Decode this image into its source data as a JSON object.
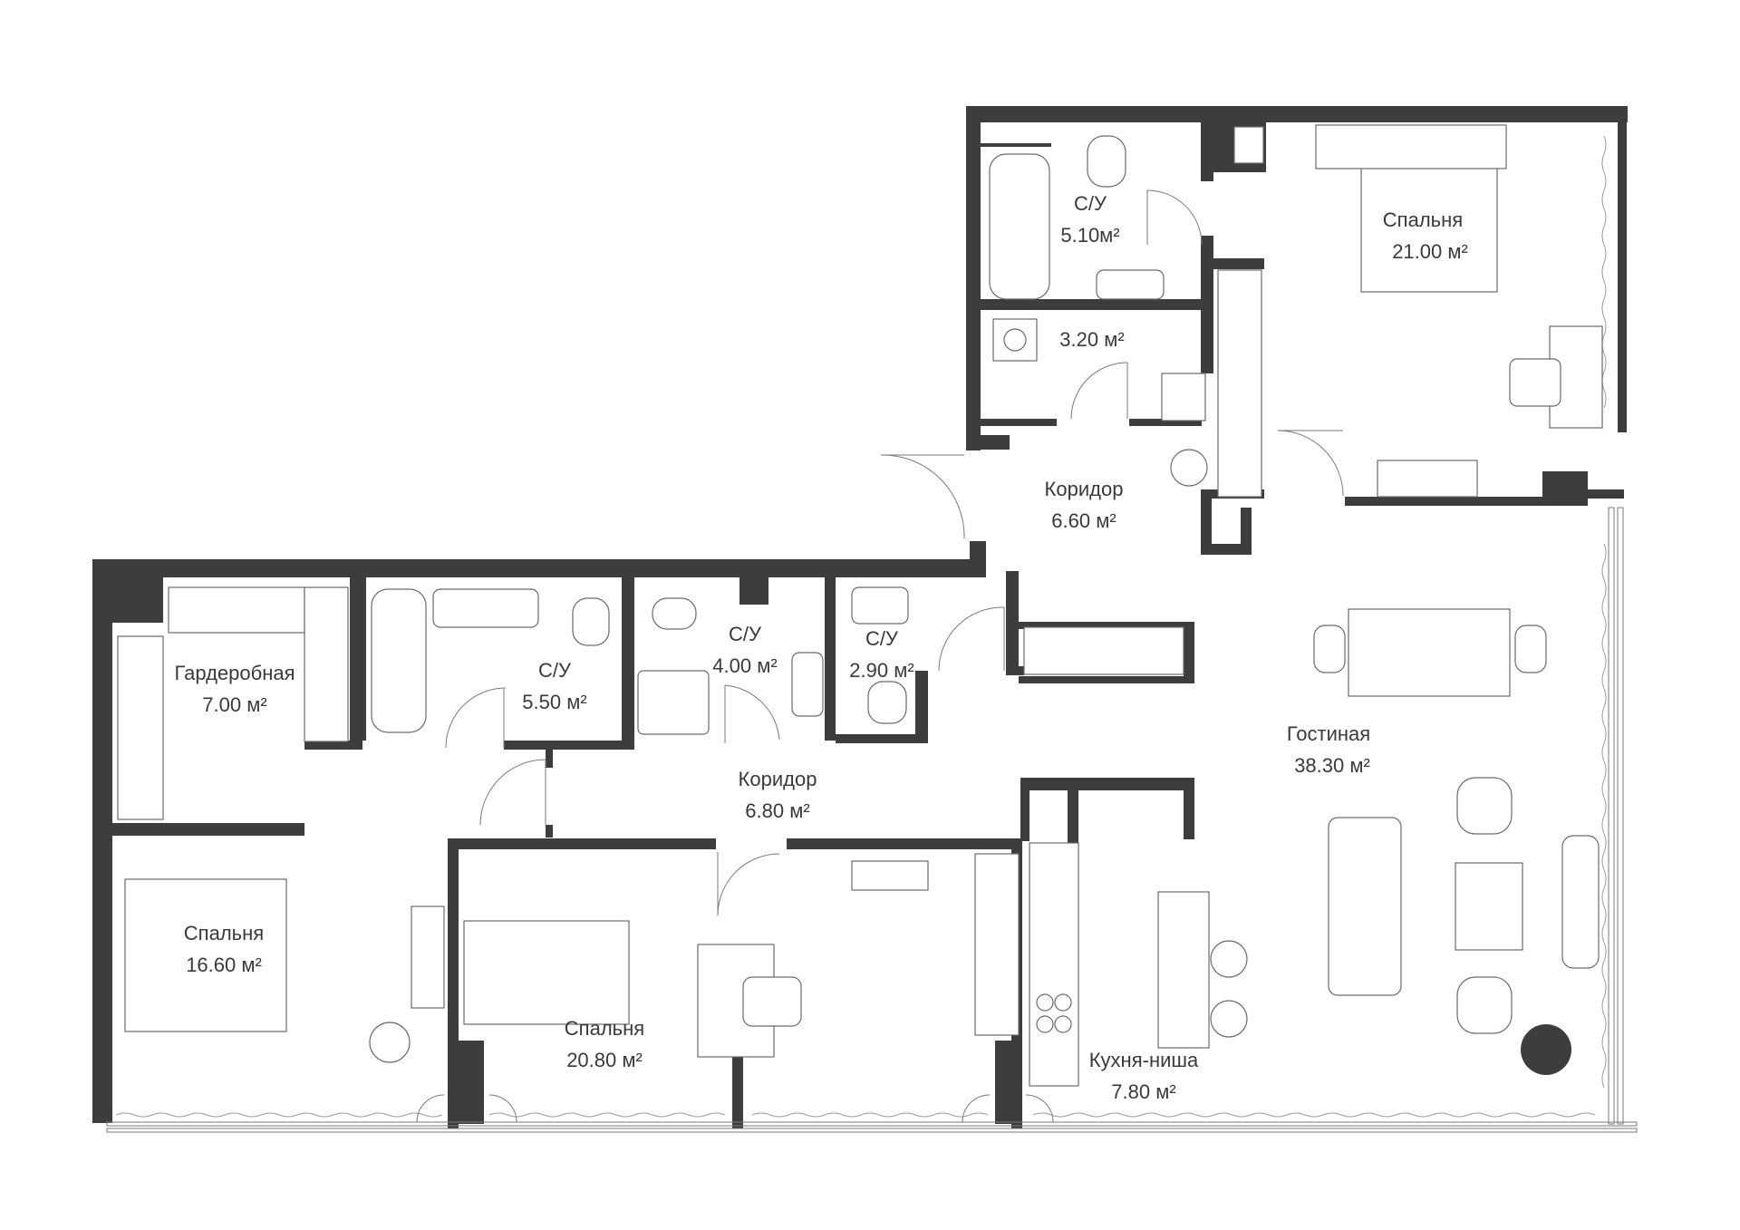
{
  "colors": {
    "wall": "#3d3d3f",
    "line": "#5a5a5c",
    "background": "#ffffff"
  },
  "icons": [
    "hanger-icon",
    "bathtub-icon",
    "toilet-icon",
    "sink-icon",
    "bed-icon",
    "desk-icon",
    "chair-icon",
    "sofa-icon",
    "washing-machine-icon",
    "stove-icon",
    "dining-table-icon",
    "plant-icon"
  ],
  "rooms": {
    "bath_top": {
      "name": "С/У",
      "area": "5.10м²"
    },
    "laundry": {
      "area": "3.20 м²"
    },
    "bed_top": {
      "name": "Спальня",
      "area": "21.00 м²"
    },
    "corr_top": {
      "name": "Коридор",
      "area": "6.60 м²"
    },
    "wardrobe": {
      "name": "Гардеробная",
      "area": "7.00 м²"
    },
    "bath_a": {
      "name": "С/У",
      "area": "5.50 м²"
    },
    "bath_b": {
      "name": "С/У",
      "area": "4.00 м²"
    },
    "bath_c": {
      "name": "С/У",
      "area": "2.90 м²"
    },
    "living": {
      "name": "Гостиная",
      "area": "38.30 м²"
    },
    "corr_mid": {
      "name": "Коридор",
      "area": "6.80 м²"
    },
    "bed_left": {
      "name": "Спальня",
      "area": "16.60 м²"
    },
    "bed_mid": {
      "name": "Спальня",
      "area": "20.80 м²"
    },
    "kitchen": {
      "name": "Кухня-ниша",
      "area": "7.80 м²"
    }
  }
}
